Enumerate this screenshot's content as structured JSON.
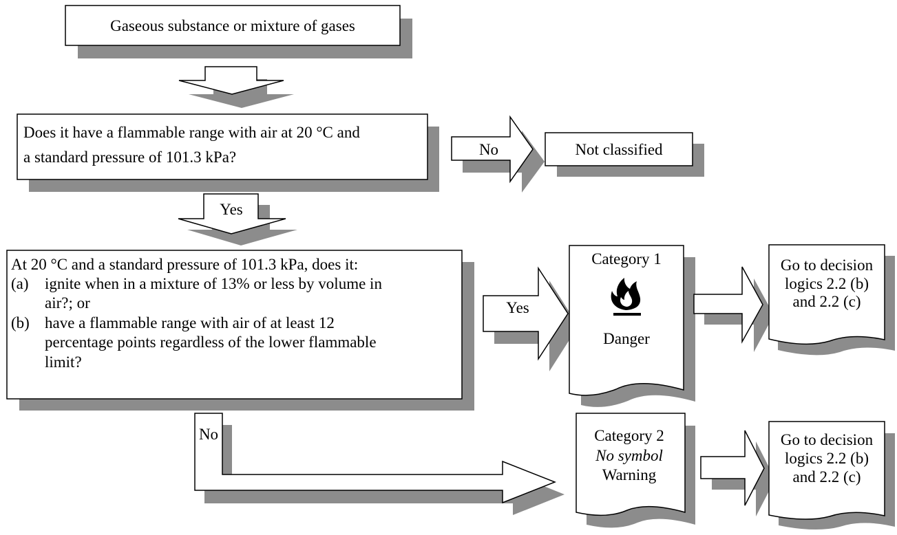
{
  "start_box": {
    "text": "Gaseous substance or mixture of gases"
  },
  "question_1": {
    "line1": "Does it have a flammable range with air at 20 °C and",
    "line2": "a standard pressure of 101.3 kPa?"
  },
  "arrow_q1_no": {
    "label": "No"
  },
  "not_classified": {
    "text": "Not classified"
  },
  "arrow_q1_yes": {
    "label": "Yes"
  },
  "question_2": {
    "intro": "At 20 °C and a standard pressure of 101.3 kPa, does it:",
    "item_a_marker": "(a)",
    "item_a_line1": "ignite when in a mixture of 13% or less by volume in",
    "item_a_line2": "air?; or",
    "item_b_marker": "(b)",
    "item_b_line1": "have a flammable range with air of at least 12",
    "item_b_line2": "percentage points regardless of the lower flammable",
    "item_b_line3": "limit?"
  },
  "arrow_q2_yes": {
    "label": "Yes"
  },
  "category_1": {
    "title": "Category 1",
    "signal": "Danger",
    "symbol": "flame-icon"
  },
  "next_step_1": {
    "line1": "Go to decision",
    "line2": "logics 2.2 (b)",
    "line3": "and 2.2 (c)"
  },
  "arrow_q2_no": {
    "label": "No"
  },
  "category_2": {
    "title": "Category 2",
    "symbol_note": "No symbol",
    "signal": "Warning"
  },
  "next_step_2": {
    "line1": "Go to decision",
    "line2": "logics 2.2 (b)",
    "line3": "and 2.2 (c)"
  }
}
